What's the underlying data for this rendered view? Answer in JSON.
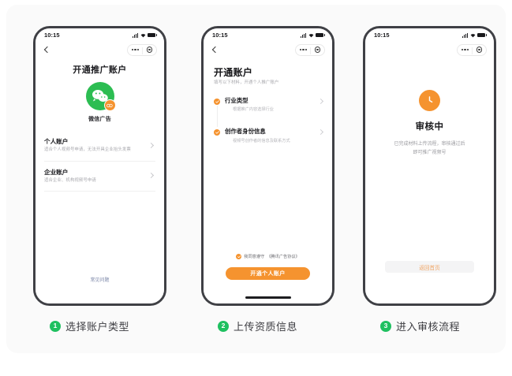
{
  "statusbar": {
    "time": "10:15",
    "signal_icon": "signal-bars-icon",
    "wifi_icon": "wifi-icon",
    "battery_icon": "battery-full-icon"
  },
  "nav": {
    "back_icon": "back-chevron-icon",
    "capsule_more_icon": "more-dots-icon",
    "capsule_target_icon": "target-circle-icon"
  },
  "colors": {
    "brand_orange": "#f5932f",
    "wechat_green": "#2cbd52",
    "badge_green": "#1fc060",
    "page_bg": "#fafafa",
    "frame": "#3f4045"
  },
  "phone1": {
    "title": "开通推广账户",
    "logo": {
      "icon": "wechat-logo-icon",
      "badge_icon": "ad-badge-icon",
      "label": "微信广告"
    },
    "options": [
      {
        "title": "个人账户",
        "subtitle": "适合个人视频号申请，无法开具企业抬头发票",
        "chevron_icon": "chevron-right-icon"
      },
      {
        "title": "企业账户",
        "subtitle": "适合企业、机构视频号申请",
        "chevron_icon": "chevron-right-icon"
      }
    ],
    "faq_link": "常见问题"
  },
  "phone2": {
    "title": "开通账户",
    "subtitle": "填写以下材料，开通个人推广账户",
    "steps": [
      {
        "title": "行业类型",
        "subtitle": "根据推广内容选择行业",
        "status_icon": "check-circle-icon",
        "chevron_icon": "chevron-right-icon"
      },
      {
        "title": "创作者身份信息",
        "subtitle": "视频号创作者的信息及联系方式",
        "status_icon": "check-circle-icon",
        "chevron_icon": "chevron-right-icon"
      }
    ],
    "agreement": {
      "checkbox_icon": "checkbox-checked-icon",
      "text": "我同意遵守",
      "link": "《腾讯广告协议》"
    },
    "cta_label": "开通个人账户",
    "home_indicator": "home-indicator-bar"
  },
  "phone3": {
    "status_icon": "clock-icon",
    "title": "审核中",
    "desc_line1": "已完成材料上传流程，审核通过后",
    "desc_line2": "即可推广视频号",
    "button_label": "返回首页"
  },
  "captions": [
    {
      "num": "1",
      "label": "选择账户类型"
    },
    {
      "num": "2",
      "label": "上传资质信息"
    },
    {
      "num": "3",
      "label": "进入审核流程"
    }
  ]
}
